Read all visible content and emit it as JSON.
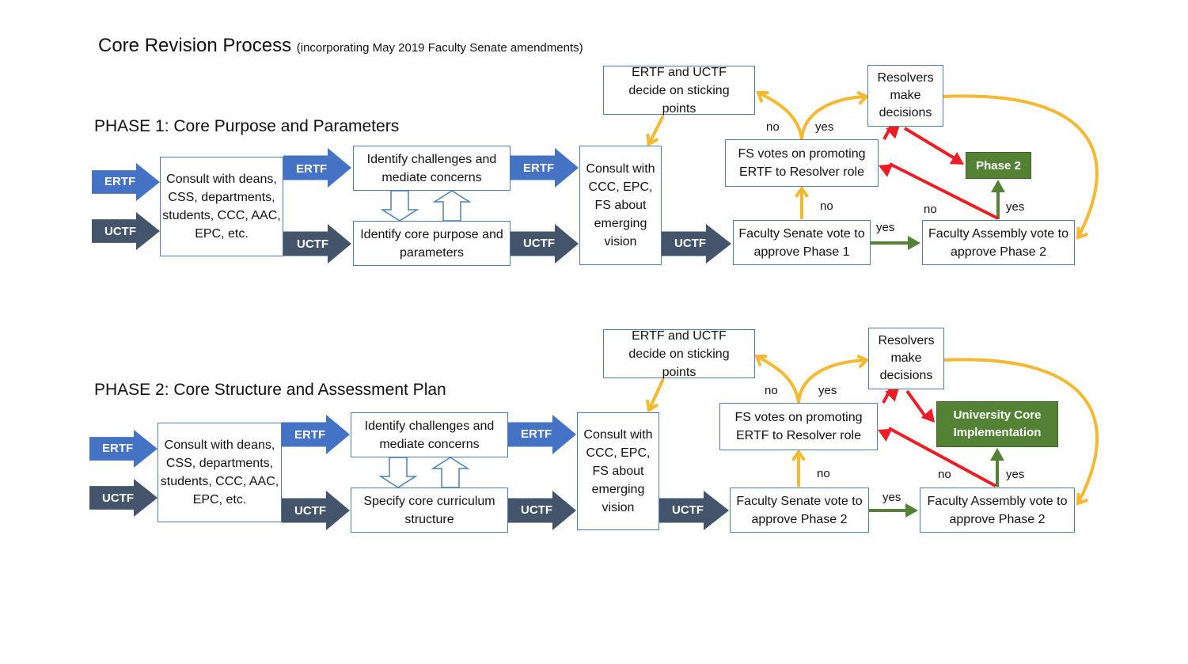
{
  "title": {
    "main": "Core Revision Process",
    "subtitle": "(incorporating May 2019 Faculty Senate amendments)"
  },
  "colors": {
    "ertf_arrow": "#4472c4",
    "uctf_arrow": "#44546a",
    "yellow_arrow": "#f5b82e",
    "red_arrow": "#ee1c25",
    "green_arrow": "#548235",
    "green_box": "#548235",
    "box_border": "#4a7ebb"
  },
  "arrow_labels": {
    "ertf": "ERTF",
    "uctf": "UCTF"
  },
  "phase1": {
    "heading": "PHASE 1: Core Purpose and Parameters",
    "consult": "Consult with deans, CSS, departments, students, CCC, AAC, EPC, etc.",
    "identify_challenges": "Identify challenges and mediate concerns",
    "identify_core": "Identify core purpose and parameters",
    "consult_vision": "Consult with CCC, EPC, FS about emerging vision",
    "decide_sticking": "ERTF and UCTF decide on sticking points",
    "resolvers": "Resolvers make decisions",
    "fs_votes": "FS votes on promoting ERTF to Resolver role",
    "senate_vote": "Faculty Senate vote to approve Phase 1",
    "assembly_vote": "Faculty Assembly vote to approve Phase 2",
    "outcome": "Phase 2",
    "labels": {
      "no_left": "no",
      "yes_left": "yes",
      "no_mid": "no",
      "yes_senate": "yes",
      "no_assembly": "no",
      "yes_assembly": "yes"
    }
  },
  "phase2": {
    "heading": "PHASE 2: Core Structure and Assessment Plan",
    "consult": "Consult with deans, CSS, departments, students, CCC, AAC, EPC, etc.",
    "identify_challenges": "Identify challenges and mediate concerns",
    "identify_core": "Specify core curriculum structure",
    "consult_vision": "Consult with CCC, EPC, FS about emerging vision",
    "decide_sticking": "ERTF and UCTF decide on sticking points",
    "resolvers": "Resolvers make decisions",
    "fs_votes": "FS votes on promoting ERTF to Resolver role",
    "senate_vote": "Faculty Senate vote to approve Phase 2",
    "assembly_vote": "Faculty Assembly vote to approve Phase 2",
    "outcome": "University Core Implementation",
    "labels": {
      "no_left": "no",
      "yes_left": "yes",
      "no_mid": "no",
      "yes_senate": "yes",
      "no_assembly": "no",
      "yes_assembly": "yes"
    }
  }
}
